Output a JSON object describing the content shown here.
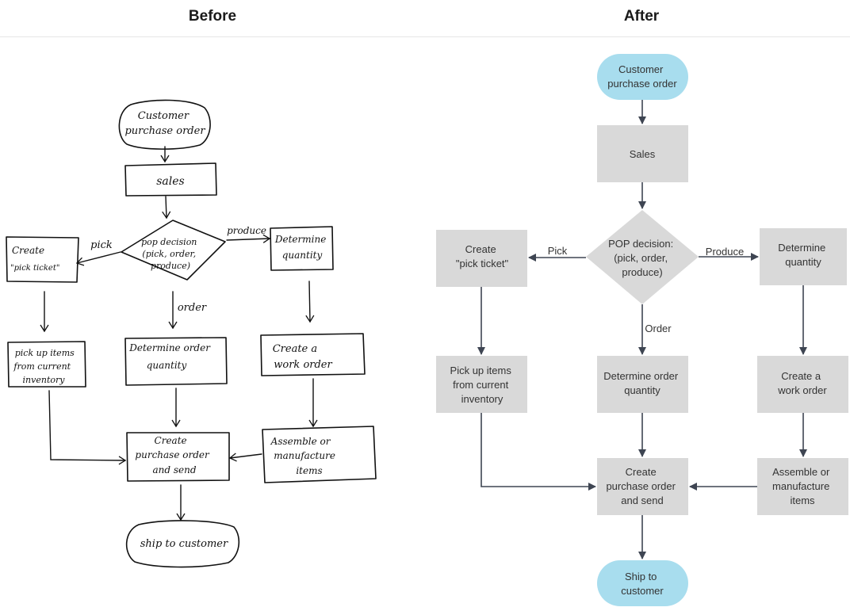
{
  "headers": {
    "before": "Before",
    "after": "After"
  },
  "before": {
    "start": [
      "Customer",
      "purchase order"
    ],
    "sales": "sales",
    "decision": [
      "pop decision",
      "(pick, order,",
      "produce)"
    ],
    "pick_label": "pick",
    "produce_label": "produce",
    "order_label": "order",
    "create_pick": [
      "Create",
      "\"pick ticket\""
    ],
    "determine_qty": [
      "Determine",
      "quantity"
    ],
    "pickup": [
      "pick up items",
      "from current",
      "inventory"
    ],
    "determine_order_qty": [
      "Determine order",
      "quantity"
    ],
    "create_work_order": [
      "Create a",
      "work order"
    ],
    "create_po": [
      "Create",
      "purchase order",
      "and send"
    ],
    "assemble": [
      "Assemble or",
      "manufacture",
      "items"
    ],
    "ship": "ship to customer"
  },
  "after": {
    "start": [
      "Customer",
      "purchase order"
    ],
    "sales": "Sales",
    "decision": [
      "POP decision:",
      "(pick, order,",
      "produce)"
    ],
    "pick_label": "Pick",
    "produce_label": "Produce",
    "order_label": "Order",
    "create_pick": [
      "Create",
      "\"pick ticket\""
    ],
    "determine_qty": [
      "Determine",
      "quantity"
    ],
    "pickup": [
      "Pick up items",
      "from current",
      "inventory"
    ],
    "determine_order_qty": [
      "Determine order",
      "quantity"
    ],
    "create_work_order": [
      "Create a",
      "work order"
    ],
    "create_po": [
      "Create",
      "purchase order",
      "and send"
    ],
    "assemble": [
      "Assemble or",
      "manufacture",
      "items"
    ],
    "ship": [
      "Ship to",
      "customer"
    ]
  },
  "colors": {
    "terminal_fill": "#a8ddee",
    "process_fill": "#d9d9d9",
    "connector": "#3e4552",
    "ink": "#111111"
  }
}
